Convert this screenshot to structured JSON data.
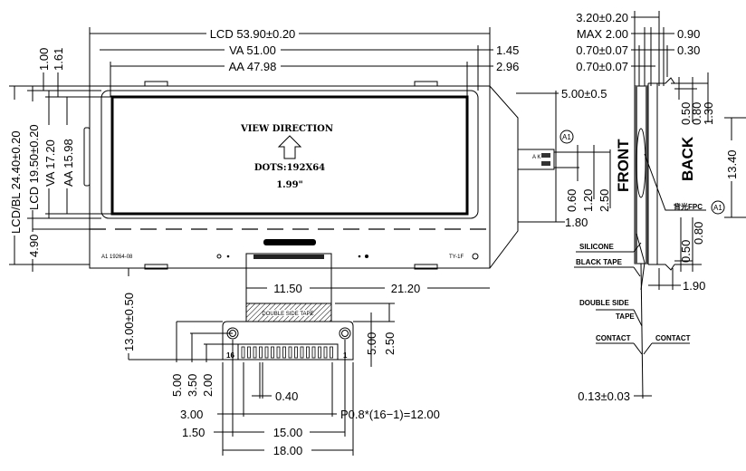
{
  "front": {
    "view_direction": "VIEW DIRECTION",
    "dots": "DOTS:192X64",
    "size": "1.99\"",
    "part_code": "A1  19264-08",
    "maker_code": "TY-1F",
    "double_side_tape": "DOUBLE SIDE TAPE",
    "pin_first": "16",
    "pin_last": "1",
    "fpc_marks": "A K"
  },
  "dims_top": {
    "lcd_width": "LCD  53.90±0.20",
    "va_width": "VA  51.00",
    "aa_width": "AA  47.98",
    "va_offset": "1.45",
    "aa_offset": "2.96"
  },
  "dims_left": {
    "top1": "1.00",
    "top2": "1.61",
    "lcd_bl_height": "LCD/BL  24.40±0.20",
    "lcd_height": "LCD  19.50±0.20",
    "va_height": "VA  17.20",
    "aa_height": "AA  15.98",
    "bottom": "4.90"
  },
  "dims_fpc": {
    "fpc_length": "13.00±0.50",
    "fpc_width": "11.50",
    "fpc_offset": "21.20",
    "conn_5": "5.00",
    "conn_250": "2.50",
    "left_5": "5.00",
    "left_350": "3.50",
    "left_200": "2.00",
    "pin_width": "0.40",
    "d300": "3.00",
    "pitch": "P0.8*(16−1)=12.00",
    "d150": "1.50",
    "d1500": "15.00",
    "d1800": "18.00"
  },
  "dims_bl_fpc": {
    "length": "5.00±0.5",
    "d060": "0.60",
    "d120": "1.20",
    "d250": "2.50",
    "d180": "1.80",
    "marker": "A1"
  },
  "side": {
    "thickness": "3.20±0.20",
    "max": "MAX  2.00",
    "d070a": "0.70±0.07",
    "d070b": "0.70±0.07",
    "d090": "0.90",
    "d030": "0.30",
    "top_050": "0.50",
    "top_080": "0.80",
    "top_130": "1.30",
    "front": "FRONT",
    "back": "BACK",
    "bl_fpc": "背光FPC",
    "marker": "A1",
    "d1340": "13.40",
    "bot_050": "0.50",
    "bot_080": "0.80",
    "d190": "1.90",
    "silicone": "SILICONE",
    "black_tape": "BLACK TAPE",
    "double_side": "DOUBLE SIDE",
    "tape": "TAPE",
    "contact_l": "CONTACT",
    "contact_r": "CONTACT",
    "fpc_thickness": "0.13±0.03"
  }
}
